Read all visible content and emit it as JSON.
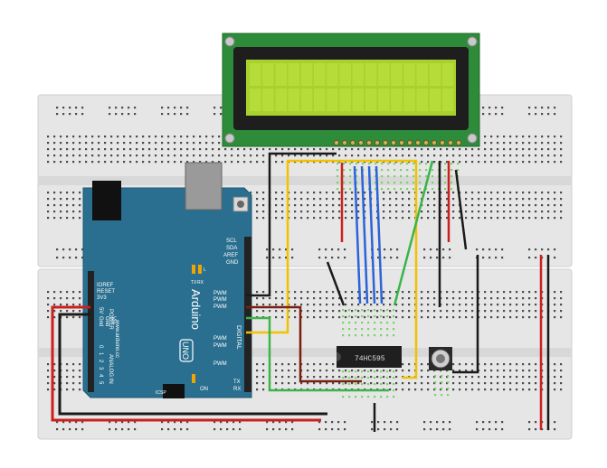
{
  "arduino": {
    "brand": "Arduino",
    "model": "UNO",
    "website": "www.arduino.cc",
    "header_labels_top": [
      "SCL",
      "SDA",
      "AREF",
      "GND"
    ],
    "pwm_labels": [
      "PWM",
      "PWM",
      "PWM",
      "PWM",
      "PWM",
      "PWM"
    ],
    "digital_label": "DIGITAL",
    "tx_label": "TX",
    "rx_label": "RX",
    "led_label": "L",
    "on_label": "ON",
    "icsp_label": "ICSP",
    "power_header": [
      "IOREF",
      "RESET",
      "3V3",
      "5V",
      "Gnd",
      "Gnd",
      "Vin"
    ],
    "power_label": "POWER",
    "analog_label": "ANALOG IN",
    "analog_pins": [
      "0",
      "1",
      "2",
      "3",
      "4",
      "5"
    ]
  },
  "ic": {
    "label": "74HC595"
  },
  "colors": {
    "breadboard": "#e6e6e6",
    "arduino_board": "#2a6f8f",
    "lcd_pcb": "#2e8b3a",
    "lcd_screen": "#a8d12e",
    "wire_red": "#cc1f1f",
    "wire_black": "#1a1a1a",
    "wire_yellow": "#f2c200",
    "wire_blue": "#2b63d9",
    "wire_green": "#3cb449",
    "wire_brown": "#7a1f10",
    "pin_highlight": "#7ad36a"
  },
  "icons": [
    "potentiometer-icon",
    "usb-connector-icon",
    "barrel-jack-icon",
    "reset-button-icon"
  ]
}
